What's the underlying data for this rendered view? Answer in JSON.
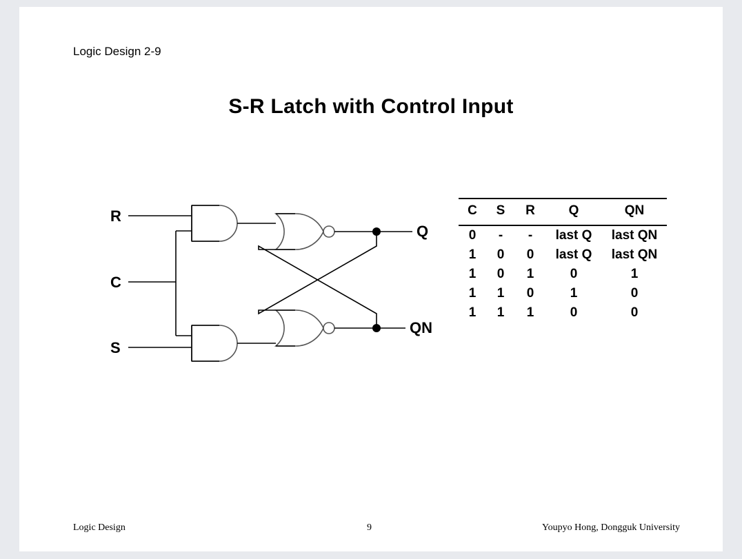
{
  "page": {
    "header_label": "Logic Design 2-9",
    "title": "S-R Latch with Control Input",
    "background_color": "#e8eaee",
    "page_color": "#ffffff",
    "ink_color": "#000000"
  },
  "circuit": {
    "input_labels": [
      "R",
      "C",
      "S"
    ],
    "output_labels": [
      "Q",
      "QN"
    ],
    "label_r": "R",
    "label_c": "C",
    "label_s": "S",
    "label_q": "Q",
    "label_qn": "QN",
    "gates": [
      {
        "name": "and-gate-top",
        "type": "AND"
      },
      {
        "name": "and-gate-bottom",
        "type": "AND"
      },
      {
        "name": "nor-gate-top",
        "type": "NOR"
      },
      {
        "name": "nor-gate-bottom",
        "type": "NOR"
      }
    ]
  },
  "truth_table": {
    "headers": [
      "C",
      "S",
      "R",
      "Q",
      "QN"
    ],
    "rows": [
      [
        "0",
        "-",
        "-",
        "last Q",
        "last QN"
      ],
      [
        "1",
        "0",
        "0",
        "last Q",
        "last QN"
      ],
      [
        "1",
        "0",
        "1",
        "0",
        "1"
      ],
      [
        "1",
        "1",
        "0",
        "1",
        "0"
      ],
      [
        "1",
        "1",
        "1",
        "0",
        "0"
      ]
    ]
  },
  "footer": {
    "left": "Logic Design",
    "page_number": "9",
    "right": "Youpyo Hong, Dongguk University"
  }
}
